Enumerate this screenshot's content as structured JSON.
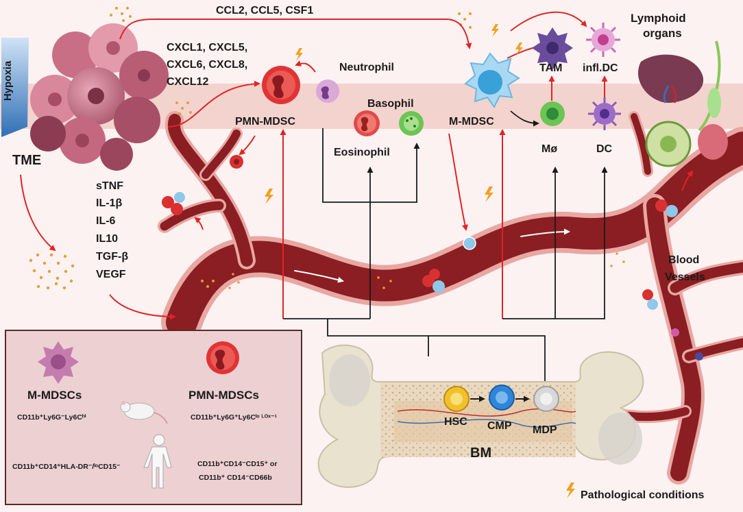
{
  "hypoxia_label": "Hypoxia",
  "tme_label": "TME",
  "chemokines_top": "CCL2, CCL5, CSF1",
  "chemokines_left": [
    "CXCL1, CXCL5,",
    "CXCL6, CXCL8,",
    "CXCL12"
  ],
  "cytokines": [
    "sTNF",
    "IL-1β",
    "IL-6",
    "IL10",
    "TGF-β",
    "VEGF"
  ],
  "cells": {
    "neutrophil": "Neutrophil",
    "pmn_mdsc": "PMN-MDSC",
    "basophil": "Basophil",
    "eosinophil": "Eosinophil",
    "m_mdsc": "M-MDSC",
    "tam": "TAM",
    "infl_dc": "infl.DC",
    "macrophage": "Mø",
    "dc": "DC"
  },
  "lymphoid_label": [
    "Lymphoid",
    "organs"
  ],
  "blood_vessels_label": [
    "Blood",
    "Vessels"
  ],
  "bone_marrow": {
    "label": "BM",
    "hsc": "HSC",
    "cmp": "CMP",
    "mdp": "MDP"
  },
  "legend": {
    "m_mdsc_title": "M-MDSCs",
    "pmn_mdsc_title": "PMN-MDSCs",
    "mouse_m_markers": "CD11b⁺Ly6G⁻Ly6Cʰⁱ",
    "mouse_pmn_markers": "CD11b⁺Ly6G⁺Ly6Cˡᵒ ᴸᴼˣ⁻¹",
    "human_m_markers": "CD11b⁺CD14⁺HLA-DR⁻/ˡᵒCD15⁻",
    "human_pmn_markers_1": "CD11b⁺CD14⁻CD15⁺ or",
    "human_pmn_markers_2": "CD11b⁺ CD14⁻CD66b"
  },
  "pathological_label": "Pathological conditions",
  "colors": {
    "arrow_red": "#e02424",
    "vessel": "#8a1e22",
    "band": "#f6d9d4",
    "lightning": "#f0a020"
  }
}
